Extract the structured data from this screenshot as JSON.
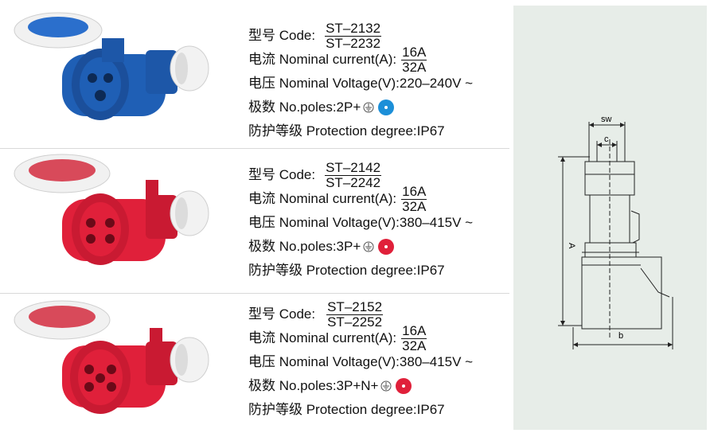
{
  "colors": {
    "blue": "#1f5fb5",
    "red": "#e0203a",
    "cap_red": "#d84a5a",
    "diagram_bg": "#e7ede8"
  },
  "products": [
    {
      "model_label": "型号 Code:",
      "model_top": "ST–2132",
      "model_bottom": "ST–2232",
      "current_label": "电流  Nominal current(A):",
      "current_top": "16A",
      "current_bottom": "32A",
      "voltage": "电压  Nominal Voltage(V):220–240V ~",
      "poles_label": "极数  No.poles:2P+",
      "pole_color": "#1c8fd8",
      "protection": "防护等级 Protection degree:IP67",
      "body_color": "#1f5fb5"
    },
    {
      "model_label": "型号 Code:",
      "model_top": "ST–2142",
      "model_bottom": "ST–2242",
      "current_label": "电流  Nominal current(A):",
      "current_top": "16A",
      "current_bottom": "32A",
      "voltage": "电压  Nominal Voltage(V):380–415V ~",
      "poles_label": "极数  No.poles:3P+",
      "pole_color": "#e0203a",
      "protection": "防护等级 Protection degree:IP67",
      "body_color": "#e0203a"
    },
    {
      "model_label": "型号 Code:",
      "model_top": "ST–2152",
      "model_bottom": "ST–2252",
      "current_label": "电流  Nominal current(A):",
      "current_top": "16A",
      "current_bottom": "32A",
      "voltage": "电压  Nominal Voltage(V):380–415V ~",
      "poles_label": "极数  No.poles:3P+N+",
      "pole_color": "#e0203a",
      "protection": "防护等级 Protection degree:IP67",
      "body_color": "#e0203a"
    }
  ],
  "diagram": {
    "sw": "sw",
    "c": "c",
    "A": "A",
    "b": "b"
  }
}
